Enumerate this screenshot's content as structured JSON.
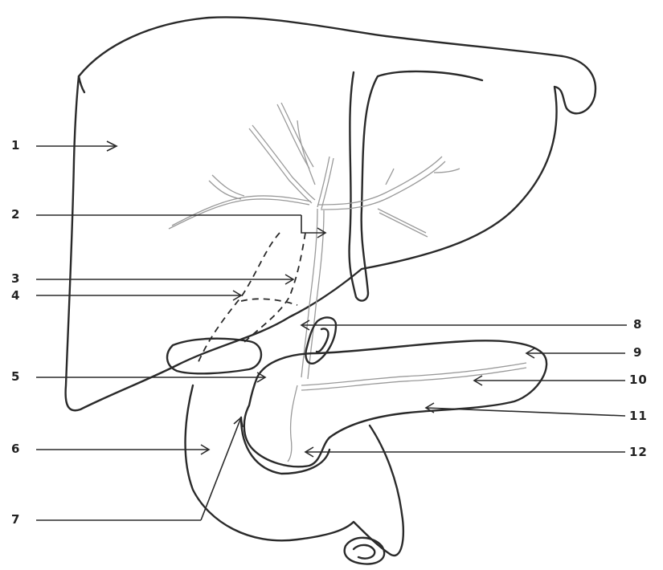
{
  "diagram": {
    "labels": [
      {
        "id": "1",
        "text": "1"
      },
      {
        "id": "2",
        "text": "2"
      },
      {
        "id": "3",
        "text": "3"
      },
      {
        "id": "4",
        "text": "4"
      },
      {
        "id": "5",
        "text": "5"
      },
      {
        "id": "6",
        "text": "6"
      },
      {
        "id": "7",
        "text": "7"
      },
      {
        "id": "8",
        "text": "8"
      },
      {
        "id": "9",
        "text": "9"
      },
      {
        "id": "10",
        "text": "10"
      },
      {
        "id": "11",
        "text": "11"
      },
      {
        "id": "12",
        "text": "12"
      }
    ],
    "colors": {
      "ink": "#2a2a2a",
      "duct": "#9a9a9a",
      "background": "#ffffff"
    }
  }
}
